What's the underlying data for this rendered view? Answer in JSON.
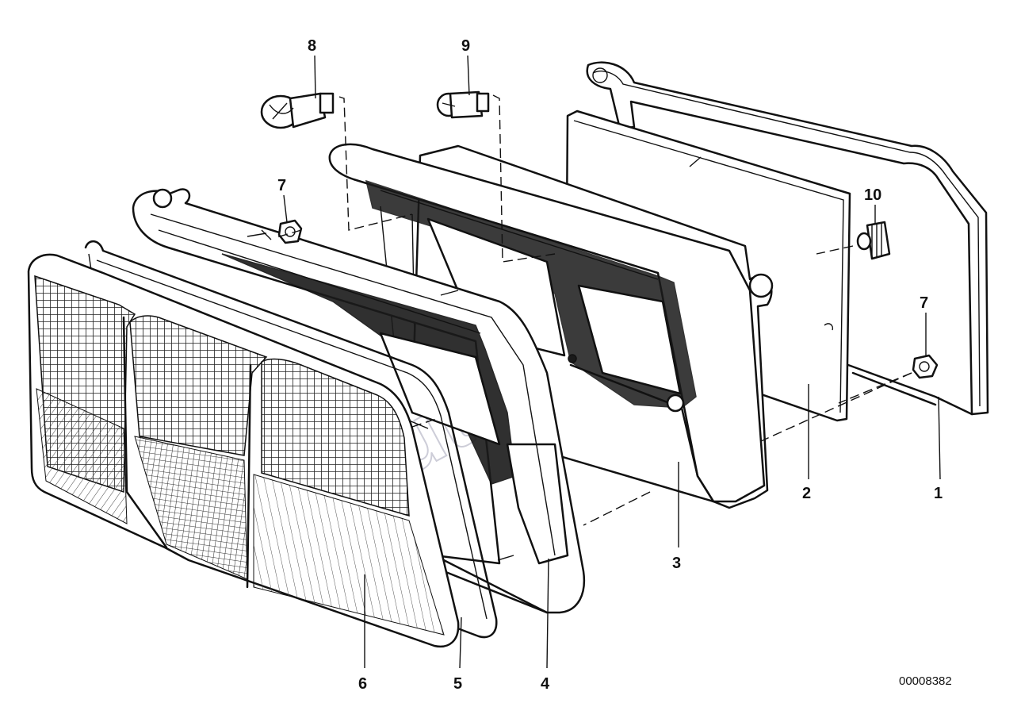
{
  "callouts": [
    {
      "id": "c1",
      "label": "1"
    },
    {
      "id": "c2",
      "label": "2"
    },
    {
      "id": "c3",
      "label": "3"
    },
    {
      "id": "c4",
      "label": "4"
    },
    {
      "id": "c5",
      "label": "5"
    },
    {
      "id": "c6",
      "label": "6"
    },
    {
      "id": "c7a",
      "label": "7"
    },
    {
      "id": "c7b",
      "label": "7"
    },
    {
      "id": "c8",
      "label": "8"
    },
    {
      "id": "c9",
      "label": "9"
    },
    {
      "id": "c10",
      "label": "10"
    }
  ],
  "document_number": "00008382",
  "watermark": "utoSoft"
}
